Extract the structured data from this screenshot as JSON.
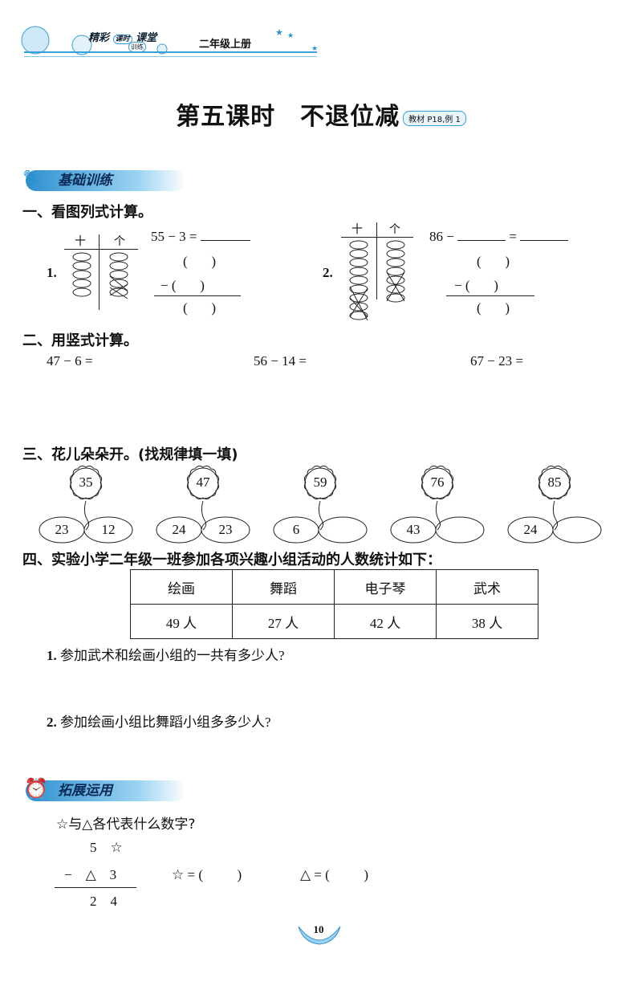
{
  "header": {
    "series_line1": "精彩",
    "series_badge1": "课时",
    "series_line2": "课堂",
    "series_badge2": "训练",
    "grade": "二年级上册"
  },
  "title": {
    "main": "第五课时　不退位减",
    "ref": "教材 P18,例 1"
  },
  "section_basic": "基础训练",
  "section_ext": "拓展运用",
  "q1": {
    "head": "一、看图列式计算。",
    "p1": {
      "num": "1.",
      "tens": "十",
      "ones": "个",
      "eq": "55 − 3 =",
      "minus": "−"
    },
    "p2": {
      "num": "2.",
      "tens": "十",
      "ones": "个",
      "eq": "86 −",
      "eq2": "=",
      "minus": "−"
    }
  },
  "q2": {
    "head": "二、用竖式计算。",
    "items": [
      "47 − 6 =",
      "56 − 14 =",
      "67 − 23 ="
    ]
  },
  "q3": {
    "head": "三、花儿朵朵开。(找规律填一填)",
    "flowers": [
      {
        "top": "35",
        "left": "23",
        "right": "12"
      },
      {
        "top": "47",
        "left": "24",
        "right": "23"
      },
      {
        "top": "59",
        "left": "6",
        "right": ""
      },
      {
        "top": "76",
        "left": "43",
        "right": ""
      },
      {
        "top": "85",
        "left": "24",
        "right": ""
      }
    ]
  },
  "q4": {
    "head": "四、实验小学二年级一班参加各项兴趣小组活动的人数统计如下：",
    "headers": [
      "绘画",
      "舞蹈",
      "电子琴",
      "武术"
    ],
    "values": [
      "49 人",
      "27 人",
      "42 人",
      "38 人"
    ],
    "sub1": "参加武术和绘画小组的一共有多少人?",
    "sub1_num": "1.",
    "sub2": "参加绘画小组比舞蹈小组多多少人?",
    "sub2_num": "2."
  },
  "ext": {
    "question": "☆与△各代表什么数字?",
    "row1": [
      "5",
      "☆"
    ],
    "row2": [
      "−",
      "△",
      "3"
    ],
    "row3": [
      "2",
      "4"
    ],
    "star_ans": "☆ = (",
    "tri_ans": "△ = (",
    "close": ")"
  },
  "page_number": "10",
  "colors": {
    "accent": "#3aa0d8",
    "banner": "#2c8fd0"
  }
}
